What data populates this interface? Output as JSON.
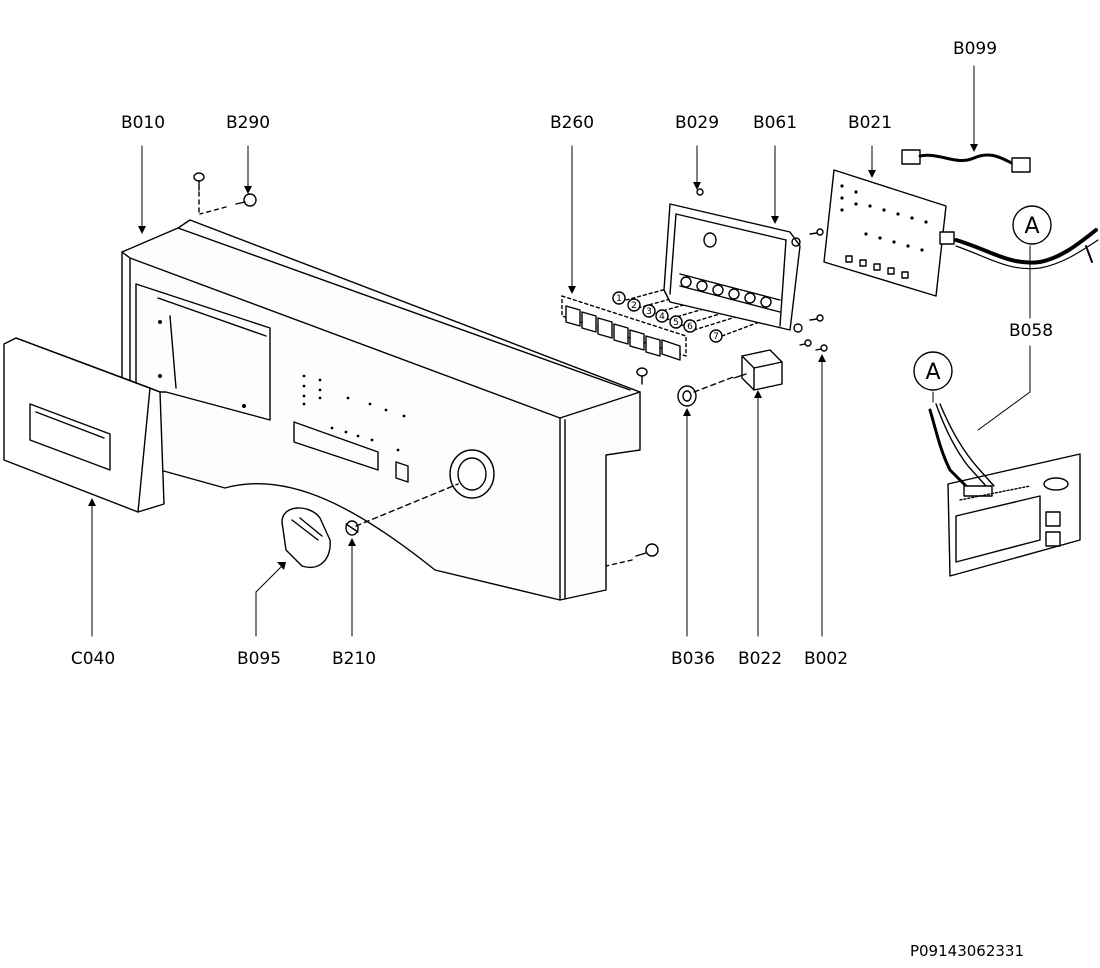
{
  "diagram": {
    "document_code": "P09143062331",
    "callout_letter": "A",
    "labels": {
      "b010": "B010",
      "b290": "B290",
      "b260": "B260",
      "b029": "B029",
      "b061": "B061",
      "b021": "B021",
      "b099": "B099",
      "b058": "B058",
      "c040": "C040",
      "b095": "B095",
      "b210": "B210",
      "b036": "B036",
      "b022": "B022",
      "b002": "B002"
    },
    "button_numbers": [
      "1",
      "2",
      "3",
      "4",
      "5",
      "6",
      "7"
    ]
  }
}
